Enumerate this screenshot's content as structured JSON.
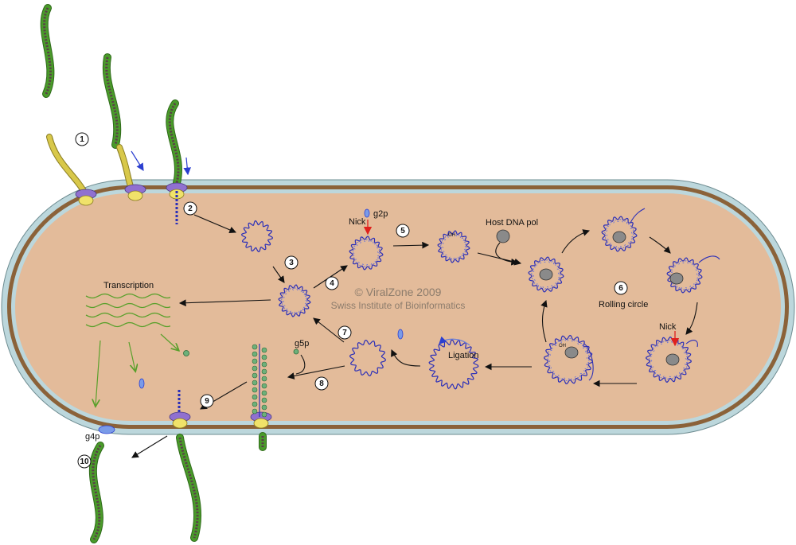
{
  "labels": {
    "transcription": "Transcription",
    "nick_top": "Nick",
    "g2p": "g2p",
    "host_dna_pol": "Host DNA pol",
    "rolling_circle": "Rolling circle",
    "nick_right": "Nick",
    "ligation": "Ligation",
    "g5p": "g5p",
    "g4p": "g4p",
    "oh_a": "OH",
    "oh_b": "OH"
  },
  "watermark": {
    "line1": "© ViralZone 2009",
    "line2": "Swiss Institute of Bioinformatics"
  },
  "steps": [
    "1",
    "2",
    "3",
    "4",
    "5",
    "6",
    "7",
    "8",
    "9",
    "10"
  ],
  "colors": {
    "cytoplasm": "#e3bb9a",
    "outer_membrane": "#bcd7dc",
    "cell_wall": "#8b6239",
    "dna": "#2b2fb8",
    "phage_coat": "#4a9a2a",
    "receptor": "#9070d0",
    "pilus": "#d8c84a",
    "host_pol": "#8a8a8a",
    "nick_arrow": "#e0201c",
    "entry_arrow": "#2b3fd0",
    "transcript": "#5aa02c",
    "protein": "#7a9be8"
  }
}
